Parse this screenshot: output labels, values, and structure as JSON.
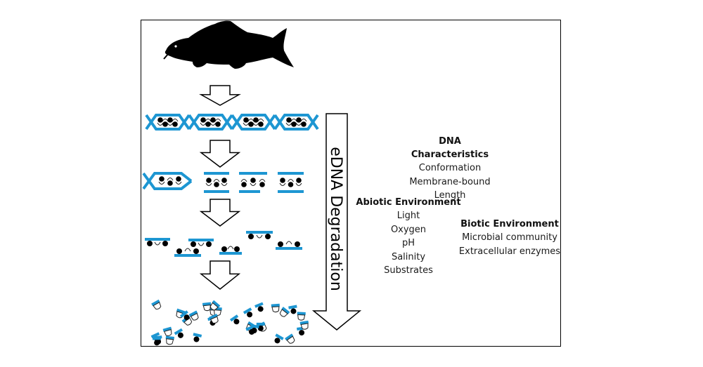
{
  "arrow_label": "eDNA Degradation",
  "groups": {
    "dna": {
      "title": "DNA Characteristics",
      "items": [
        "Conformation",
        "Membrane-bound",
        "Length"
      ]
    },
    "abiotic": {
      "title": "Abiotic Environment",
      "items": [
        "Light",
        "Oxygen",
        "pH",
        "Salinity",
        "Substrates"
      ]
    },
    "biotic": {
      "title": "Biotic Environment",
      "items": [
        "Microbial community",
        "Extracellular enzymes"
      ]
    }
  },
  "colors": {
    "strand": "#1d96d2",
    "ink": "#000000",
    "outline": "#222222"
  },
  "icons": {
    "organism": "fish-silhouette-icon",
    "step": "down-arrow-icon"
  }
}
